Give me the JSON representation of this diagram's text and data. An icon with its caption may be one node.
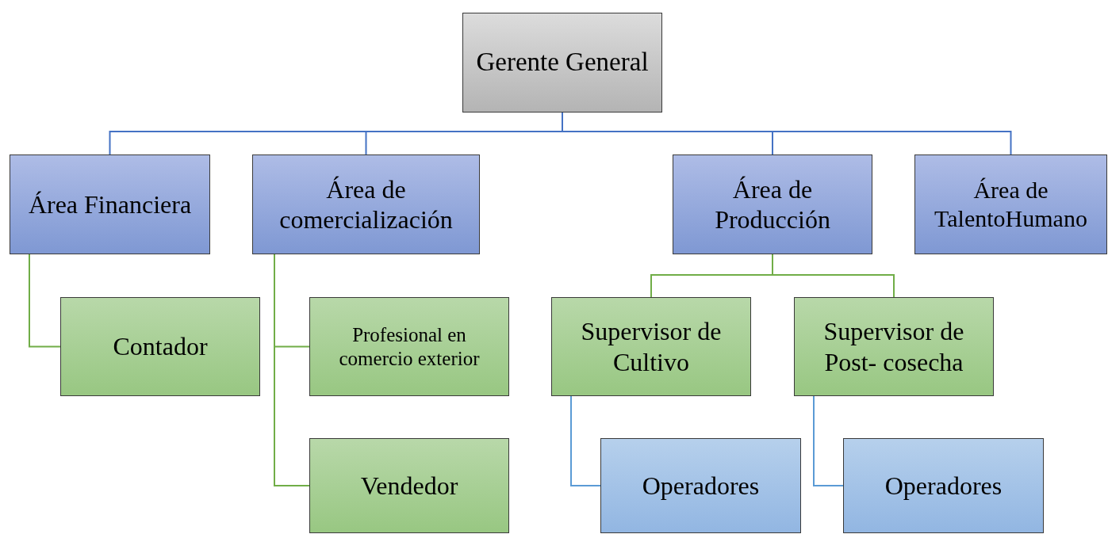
{
  "diagram": {
    "nodes": [
      {
        "text": [
          "Gerente General"
        ]
      },
      {
        "text": [
          "Área Financiera"
        ]
      },
      {
        "text": [
          "Área de comercialización"
        ]
      },
      {
        "text": [
          "Área de Producción"
        ]
      },
      {
        "text": [
          "Área de TalentoHumano"
        ]
      },
      {
        "text": [
          "Contador"
        ]
      },
      {
        "text": [
          "Profesional en comercio exterior"
        ]
      },
      {
        "text": [
          "Vendedor"
        ]
      },
      {
        "text": [
          "Supervisor de Cultivo"
        ]
      },
      {
        "text": [
          "Supervisor de Post- cosecha"
        ]
      },
      {
        "text": [
          "Operadores"
        ]
      },
      {
        "text": [
          "Operadores"
        ]
      }
    ],
    "edges": [
      {
        "from": 0,
        "to": 1,
        "arrow": "none",
        "color": "#4472c4"
      },
      {
        "from": 0,
        "to": 2,
        "arrow": "none",
        "color": "#4472c4"
      },
      {
        "from": 0,
        "to": 3,
        "arrow": "none",
        "color": "#4472c4"
      },
      {
        "from": 0,
        "to": 4,
        "arrow": "none",
        "color": "#4472c4"
      },
      {
        "from": 1,
        "to": 5,
        "arrow": "none"
      },
      {
        "from": 2,
        "to": 6,
        "arrow": "none"
      },
      {
        "from": 2,
        "to": 7,
        "arrow": "none"
      },
      {
        "from": 3,
        "to": 8,
        "arrow": "none"
      },
      {
        "from": 3,
        "to": 9,
        "arrow": "none"
      },
      {
        "from": 8,
        "to": 10,
        "arrow": "none",
        "color": "#5b9bd5"
      },
      {
        "from": 9,
        "to": 11,
        "arrow": "none",
        "color": "#5b9bd5"
      }
    ]
  }
}
